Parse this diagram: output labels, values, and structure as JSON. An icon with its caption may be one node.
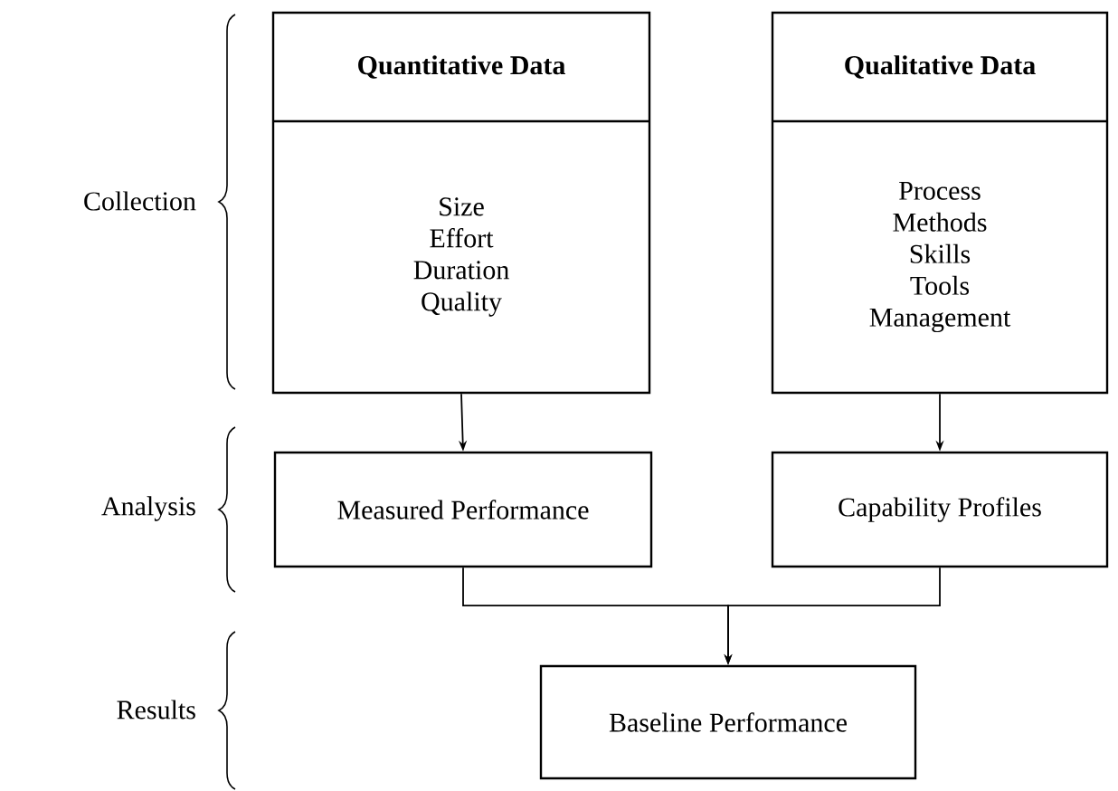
{
  "diagram": {
    "nodes": [
      {
        "text": [
          "Quantitative Data",
          "Size",
          "Effort",
          "Duration",
          "Quality"
        ]
      },
      {
        "text": [
          "Qualitative Data",
          "Process",
          "Methods",
          "Skills",
          "Tools",
          "Management"
        ]
      },
      {
        "text": [
          "Measured Performance"
        ]
      },
      {
        "text": [
          "Capability Profiles"
        ]
      },
      {
        "text": [
          "Baseline Performance"
        ]
      }
    ],
    "edges": [
      {
        "from": 0,
        "to": 2,
        "arrow": "to"
      },
      {
        "from": 1,
        "to": 3,
        "arrow": "to"
      },
      {
        "from": 2,
        "to": 4,
        "arrow": "to"
      },
      {
        "from": 3,
        "to": 4,
        "arrow": "to"
      }
    ],
    "labels": [
      "Collection",
      "Analysis",
      "Results"
    ]
  }
}
